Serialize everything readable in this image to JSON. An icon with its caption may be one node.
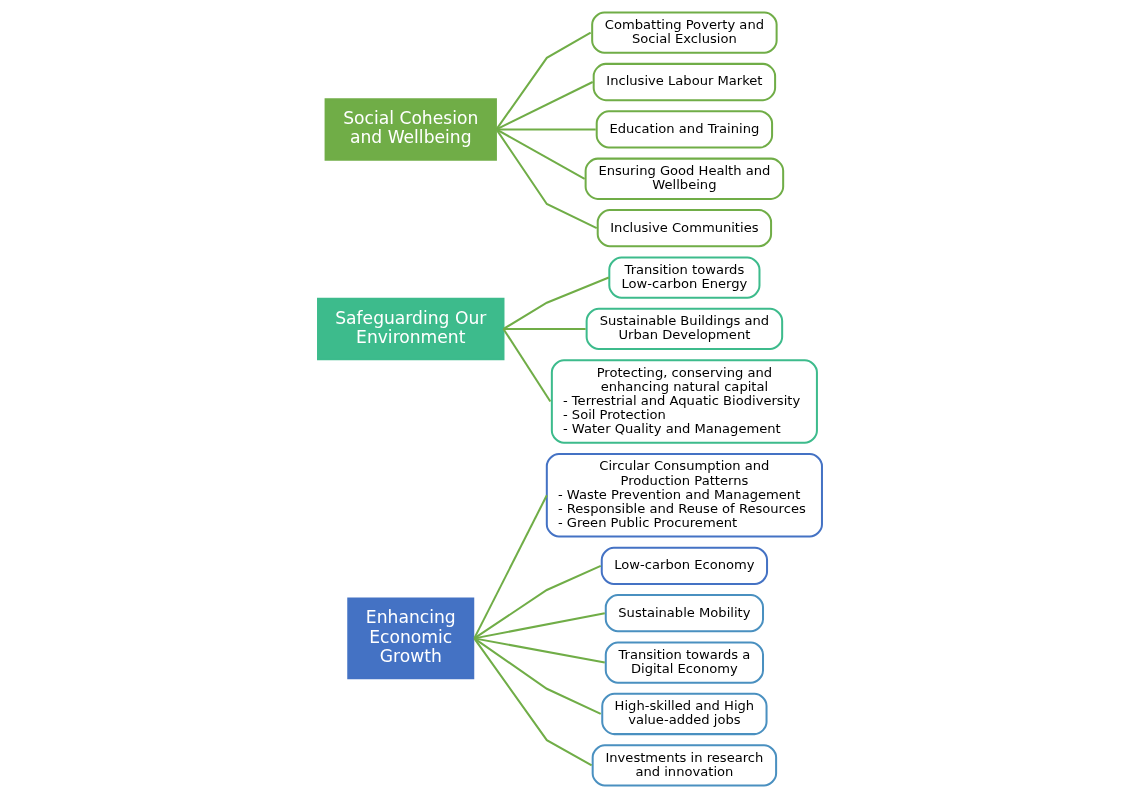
{
  "diagram": {
    "nodes": [
      {
        "text": [
          "Enhancing Economic Growth"
        ]
      },
      {
        "text": [
          "Circular Consumption and Production Patterns",
          "- Waste Prevention and Management",
          "- Responsible and Reuse of Resources",
          "- Green Public Procurement"
        ]
      },
      {
        "text": [
          "Low-carbon Economy"
        ]
      },
      {
        "text": [
          "Sustainable Mobility"
        ]
      },
      {
        "text": [
          "Transition towards a Digital Economy"
        ]
      },
      {
        "text": [
          "High-skilled and High value-added jobs"
        ]
      },
      {
        "text": [
          "Investments in research and innovation"
        ]
      },
      {
        "text": [
          "Safeguarding Our Environment"
        ]
      },
      {
        "text": [
          "Transition towards Low-carbon Energy"
        ]
      },
      {
        "text": [
          "Sustainable Buildings and Urban Development"
        ]
      },
      {
        "text": [
          "Protecting, conserving and enhancing natural capital",
          "- Terrestrial and Aquatic Biodiversity",
          "- Soil Protection",
          "- Water Quality and Management"
        ]
      },
      {
        "text": [
          "Social Cohesion and Wellbeing"
        ]
      },
      {
        "text": [
          "Combatting Poverty and Social Exclusion"
        ]
      },
      {
        "text": [
          "Inclusive Labour Market"
        ]
      },
      {
        "text": [
          "Education and Training"
        ]
      },
      {
        "text": [
          "Ensuring Good Health and Wellbeing"
        ]
      },
      {
        "text": [
          "Inclusive Communities"
        ]
      }
    ],
    "edges": [
      {
        "from": 0,
        "to": 1,
        "arrow": "none"
      },
      {
        "from": 0,
        "to": 2,
        "arrow": "none"
      },
      {
        "from": 0,
        "to": 3,
        "arrow": "none"
      },
      {
        "from": 0,
        "to": 4,
        "arrow": "none"
      },
      {
        "from": 0,
        "to": 5,
        "arrow": "none"
      },
      {
        "from": 0,
        "to": 6,
        "arrow": "none"
      },
      {
        "from": 7,
        "to": 8,
        "arrow": "none"
      },
      {
        "from": 7,
        "to": 9,
        "arrow": "none"
      },
      {
        "from": 7,
        "to": 10,
        "arrow": "none"
      },
      {
        "from": 11,
        "to": 12,
        "arrow": "none"
      },
      {
        "from": 11,
        "to": 13,
        "arrow": "none"
      },
      {
        "from": 11,
        "to": 14,
        "arrow": "none"
      },
      {
        "from": 11,
        "to": 15,
        "arrow": "none"
      },
      {
        "from": 11,
        "to": 16,
        "arrow": "none"
      }
    ]
  }
}
